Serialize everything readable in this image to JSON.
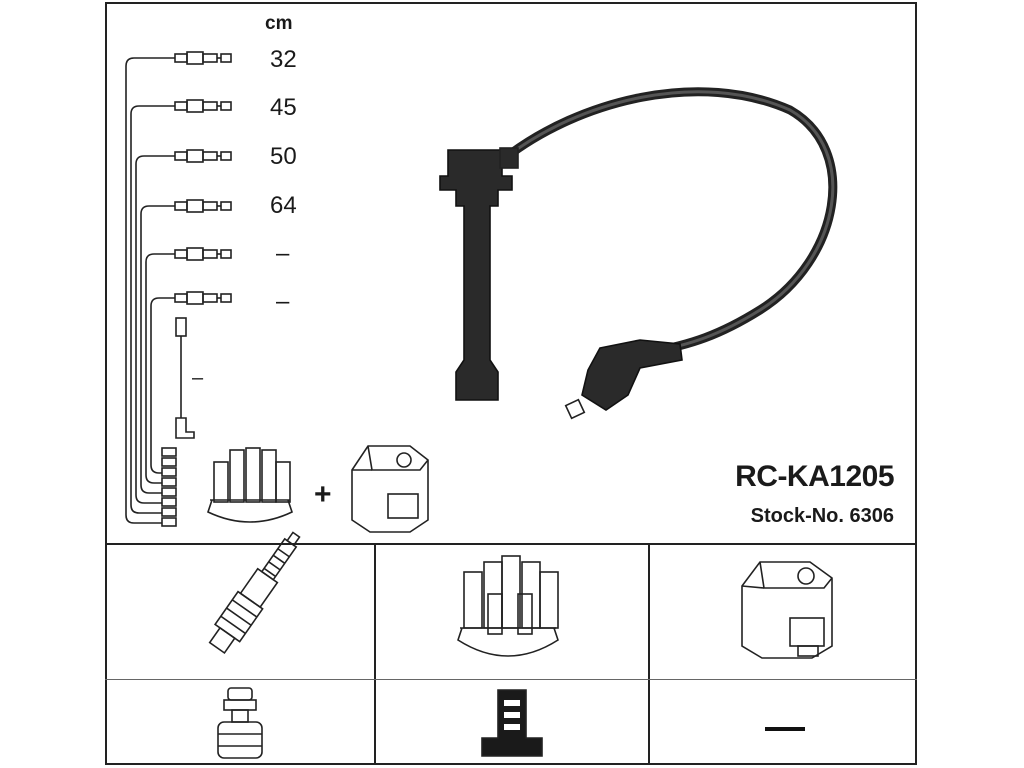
{
  "kit": {
    "model": "RC-KA1205",
    "stock": "Stock-No. 6306"
  },
  "lengths": {
    "unit": "cm",
    "values": [
      "32",
      "45",
      "50",
      "64",
      "–",
      "–"
    ],
    "coil_lead": "–"
  },
  "plus_sign": "+",
  "parts": {
    "no_part_symbol": "—"
  }
}
